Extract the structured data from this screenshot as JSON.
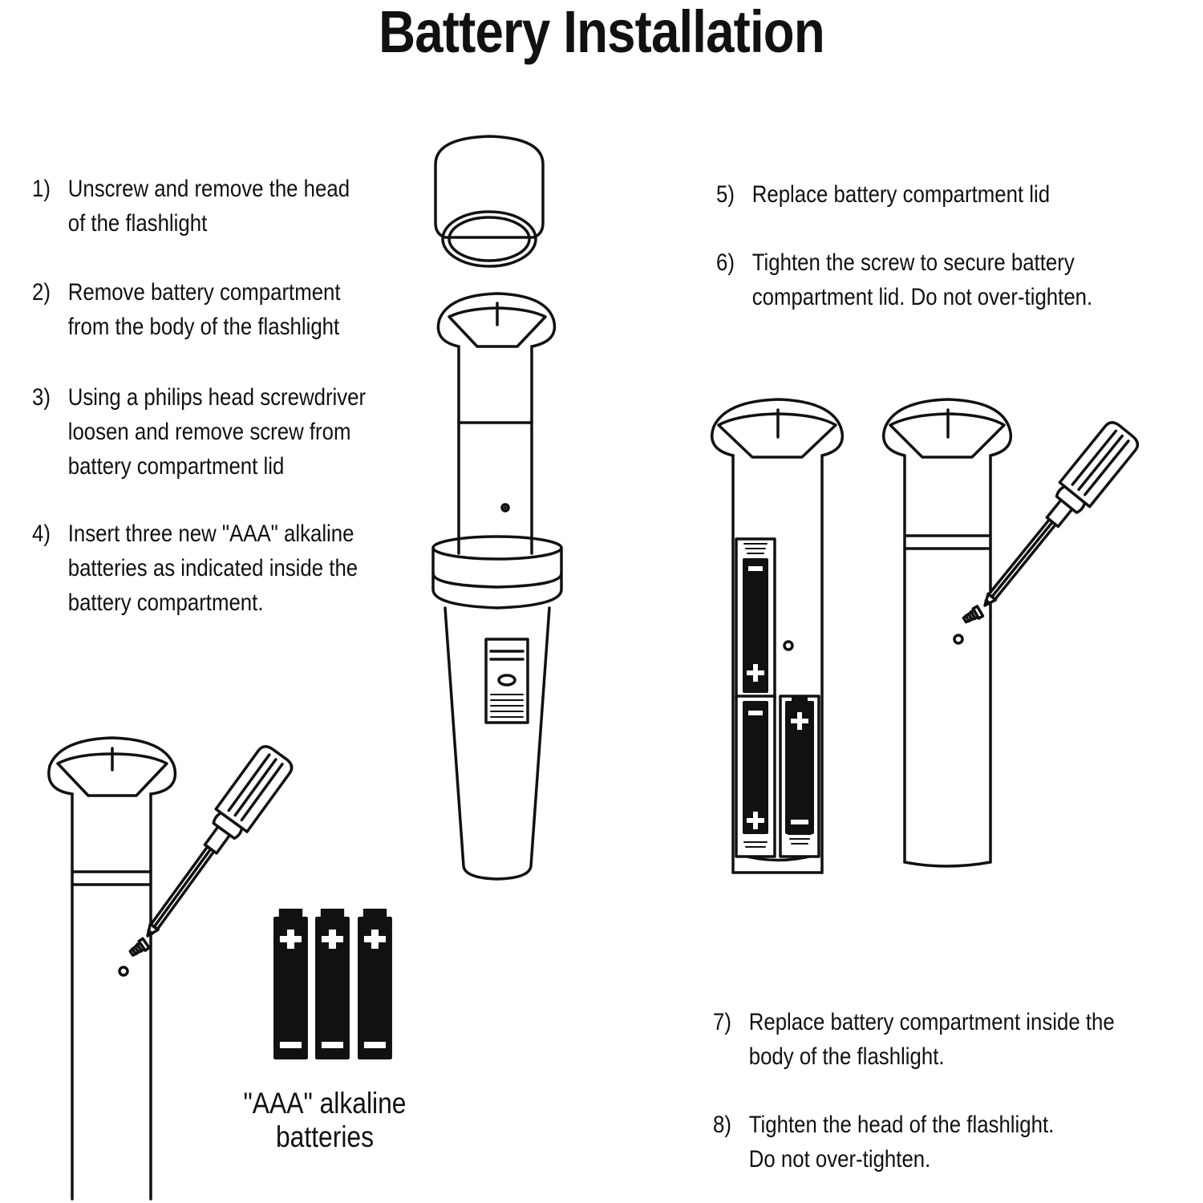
{
  "title": "Battery Installation",
  "steps": [
    {
      "num": "1)",
      "lines": [
        "Unscrew and remove the head",
        "of the flashlight"
      ]
    },
    {
      "num": "2)",
      "lines": [
        "Remove battery compartment",
        "from the body of the flashlight"
      ]
    },
    {
      "num": "3)",
      "lines": [
        "Using a philips head screwdriver",
        "loosen and remove screw from",
        "battery compartment lid"
      ]
    },
    {
      "num": "4)",
      "lines": [
        "Insert three new \"AAA\" alkaline",
        "batteries as indicated inside the",
        "battery compartment."
      ]
    },
    {
      "num": "5)",
      "lines": [
        "Replace battery compartment lid"
      ]
    },
    {
      "num": "6)",
      "lines": [
        "Tighten the screw to secure battery",
        "compartment lid. Do not over-tighten."
      ]
    },
    {
      "num": "7)",
      "lines": [
        "Replace battery compartment inside the",
        "body of the flashlight."
      ]
    },
    {
      "num": "8)",
      "lines": [
        "Tighten the head of the flashlight.",
        "Do not over-tighten."
      ]
    }
  ],
  "battery_label": [
    "\"AAA\" alkaline",
    "batteries"
  ],
  "symbols": {
    "plus": "+",
    "minus": "−"
  },
  "colors": {
    "ink": "#111111",
    "paper": "#ffffff"
  },
  "icons": [
    "flashlight-head-icon",
    "battery-compartment-icon",
    "flashlight-body-icon",
    "screwdriver-icon",
    "screw-icon",
    "aaa-battery-icon"
  ]
}
